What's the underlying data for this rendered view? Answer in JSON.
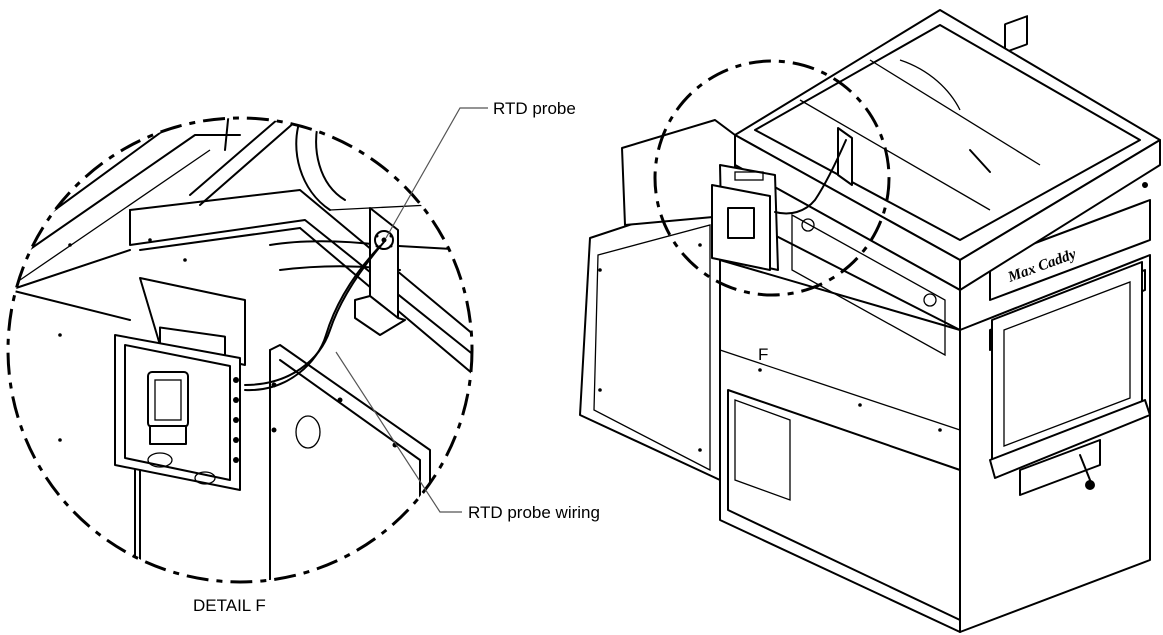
{
  "callouts": {
    "rtd_probe": "RTD probe",
    "rtd_probe_wiring": "RTD probe wiring",
    "detail_letter": "F",
    "detail_title": "DETAIL F"
  },
  "logo_text": "Max Caddy"
}
